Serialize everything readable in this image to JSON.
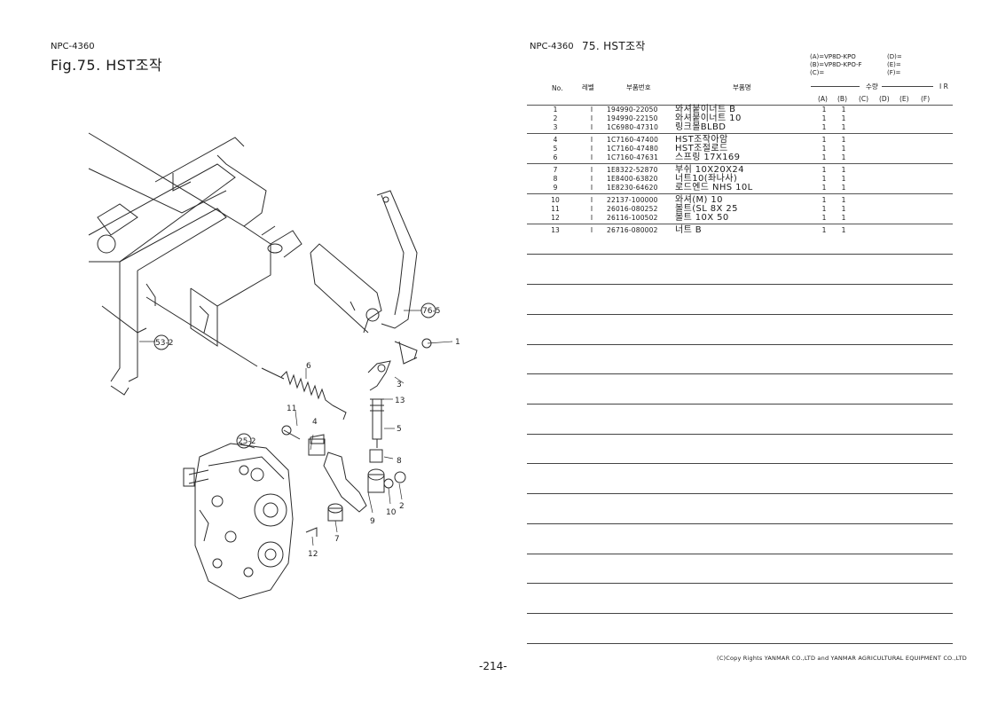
{
  "left_page": {
    "code": "NPC-4360",
    "figure_title": "Fig.75.  HST조작",
    "page_number": "-214-"
  },
  "diagram": {
    "callouts": [
      "76-5",
      "53-2",
      "25-2",
      "1",
      "2",
      "3",
      "4",
      "5",
      "6",
      "7",
      "8",
      "9",
      "10",
      "11",
      "12",
      "13"
    ]
  },
  "right_page": {
    "code": "NPC-4360",
    "title": "75.  HST조작",
    "models": [
      {
        "left": "(A)=VP8D-KPO",
        "right": "(D)="
      },
      {
        "left": "(B)=VP8D-KPO-F",
        "right": "(E)="
      },
      {
        "left": "(C)=",
        "right": "(F)="
      }
    ],
    "headers": {
      "no": "No.",
      "level": "레벨",
      "part_no": "부품번호",
      "name": "부품명",
      "qty": "수량",
      "ir": "I  R",
      "qa": "(A)",
      "qb": "(B)",
      "qc": "(C)",
      "qd": "(D)",
      "qe": "(E)",
      "qf": "(F)"
    },
    "parts": [
      {
        "no": "1",
        "level": "I",
        "part_no": "194990-22050",
        "name": "와셔붙이너트 B",
        "qa": "1",
        "qb": "1"
      },
      {
        "no": "2",
        "level": "I",
        "part_no": "194990-22150",
        "name": "와셔붙이너트 10",
        "qa": "1",
        "qb": "1"
      },
      {
        "no": "3",
        "level": "I",
        "part_no": "1C6980-47310",
        "name": "링크볼BLBD",
        "qa": "1",
        "qb": "1"
      },
      {
        "no": "4",
        "level": "I",
        "part_no": "1C7160-47400",
        "name": "HST조작아암",
        "qa": "1",
        "qb": "1"
      },
      {
        "no": "5",
        "level": "I",
        "part_no": "1C7160-47480",
        "name": "HST조절로드",
        "qa": "1",
        "qb": "1"
      },
      {
        "no": "6",
        "level": "I",
        "part_no": "1C7160-47631",
        "name": "스프링 17X169",
        "qa": "1",
        "qb": "1"
      },
      {
        "no": "7",
        "level": "I",
        "part_no": "1E8322-52870",
        "name": "부쉬 10X20X24",
        "qa": "1",
        "qb": "1"
      },
      {
        "no": "8",
        "level": "I",
        "part_no": "1E8400-63820",
        "name": "너트10(좌나사)",
        "qa": "1",
        "qb": "1"
      },
      {
        "no": "9",
        "level": "I",
        "part_no": "1E8230-64620",
        "name": "로드엔드 NHS 10L",
        "qa": "1",
        "qb": "1"
      },
      {
        "no": "10",
        "level": "I",
        "part_no": "22137-100000",
        "name": "와셔(M) 10",
        "qa": "1",
        "qb": "1"
      },
      {
        "no": "11",
        "level": "I",
        "part_no": "26016-080252",
        "name": "볼트(SL  8X 25",
        "qa": "1",
        "qb": "1"
      },
      {
        "no": "12",
        "level": "I",
        "part_no": "26116-100502",
        "name": "볼트 10X 50",
        "qa": "1",
        "qb": "1"
      },
      {
        "no": "13",
        "level": "I",
        "part_no": "26716-080002",
        "name": "너트 B",
        "qa": "1",
        "qb": "1"
      }
    ],
    "copyright": "(C)Copy Rights  YANMAR CO.,LTD and YANMAR AGRICULTURAL EQUIPMENT CO.,LTD"
  }
}
